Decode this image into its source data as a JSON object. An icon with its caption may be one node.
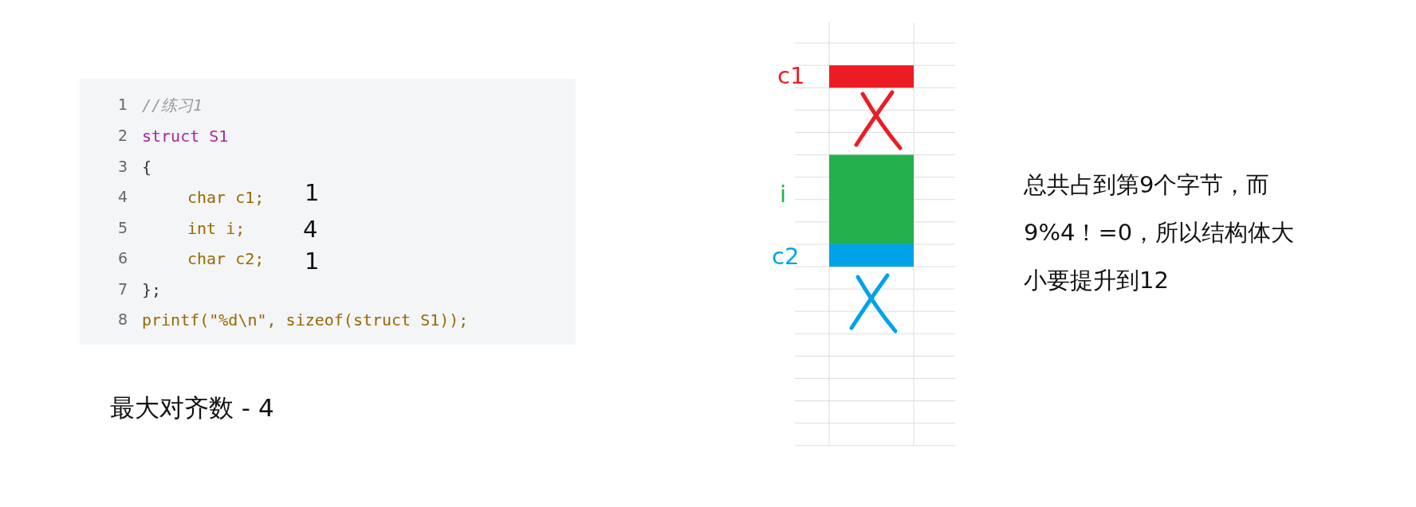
{
  "diagram": {
    "labels": [
      "1",
      "//练习1",
      "2",
      "struct S1",
      "3",
      "{",
      "4",
      "char c1;",
      "1",
      "5",
      "int i;",
      "4",
      "6",
      "char c2;",
      "1",
      "7",
      "};",
      "8",
      "printf(\"%d\\n\", sizeof(struct S1));",
      "最大对齐数 - 4",
      "c1",
      "i",
      "c2",
      "总共占到第9个字节，而9%4！=0，所以结构体大小要提升到12"
    ]
  }
}
